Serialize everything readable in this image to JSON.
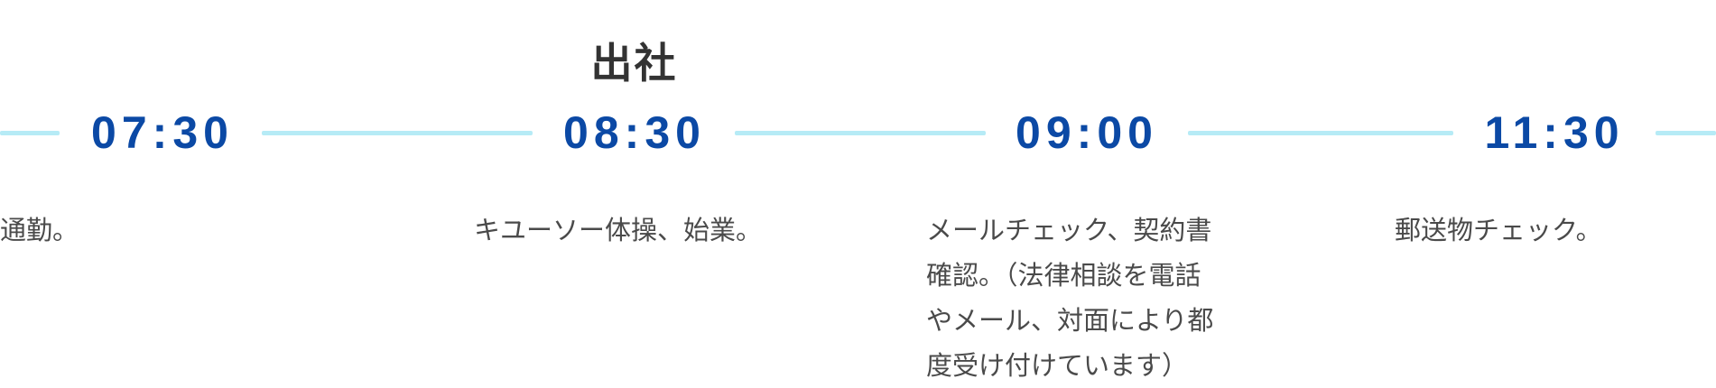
{
  "section": {
    "title": "出社"
  },
  "timeline": {
    "line_color": "#b6ebf6",
    "time_color": "#0b49a5",
    "entries": [
      {
        "time": "07:30",
        "description_lines": [
          "通勤。"
        ]
      },
      {
        "time": "08:30",
        "description_lines": [
          "キユーソー体操、始業。"
        ]
      },
      {
        "time": "09:00",
        "description_lines": [
          "メールチェック、契約書",
          "確認。（法律相談を電話",
          "やメール、対面により都",
          "度受け付けています）"
        ]
      },
      {
        "time": "11:30",
        "description_lines": [
          "郵送物チェック。"
        ]
      }
    ]
  }
}
